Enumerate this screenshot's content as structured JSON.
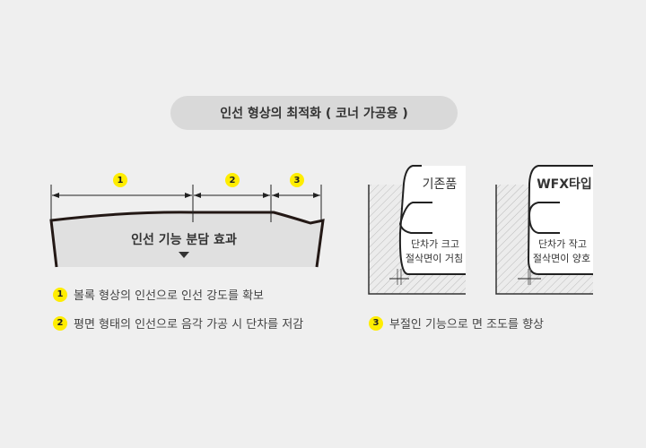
{
  "title": "인선 형상의 최적화 ( 코너 가공용 )",
  "left_diagram": {
    "markers": [
      "1",
      "2",
      "3"
    ],
    "center_label": "인선 기능 분담 효과"
  },
  "right_diagrams": [
    {
      "name": "기존품",
      "desc_line1": "단차가 크고",
      "desc_line2": "절삭면이 거침"
    },
    {
      "name": "WFX타입",
      "desc_line1": "단차가 작고",
      "desc_line2": "절삭면이 양호"
    }
  ],
  "legend": [
    {
      "num": "1",
      "text": "볼록 형상의 인선으로 인선 강도를 확보"
    },
    {
      "num": "2",
      "text": "평면 형태의 인선으로 음각 가공 시 단차를 저감"
    },
    {
      "num": "3",
      "text": "부절인 기능으로 면 조도를 향상"
    }
  ],
  "colors": {
    "marker": "#ffed00",
    "background": "#efefef",
    "pill": "#d9d9d9"
  }
}
